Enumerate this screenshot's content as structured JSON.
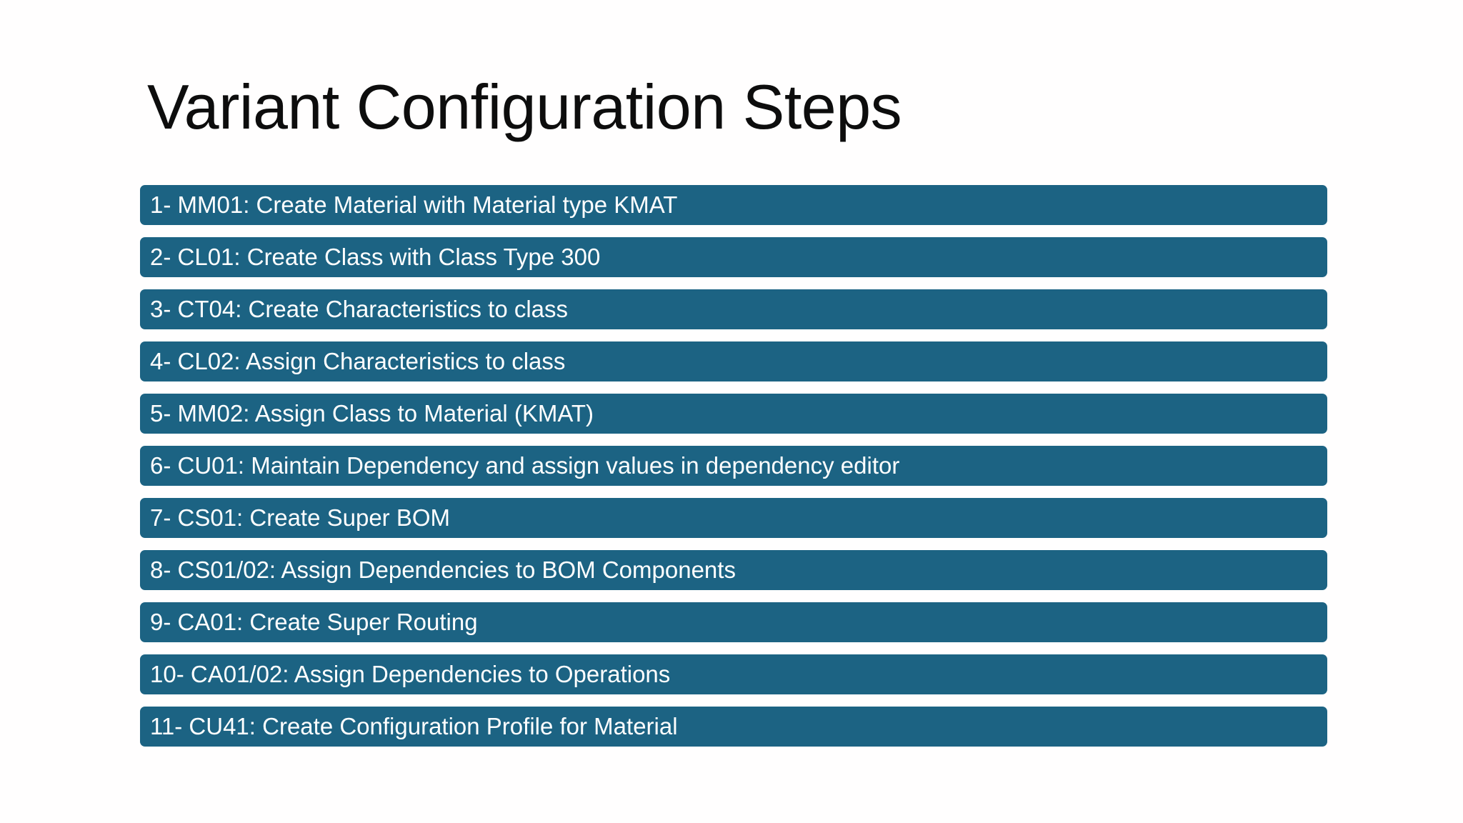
{
  "slide": {
    "title": "Variant Configuration Steps",
    "background_color": "#FFFEFE",
    "title_color": "#0D0D0D",
    "bar_color": "#1C6383",
    "bar_text_color": "#FFFFFF"
  },
  "steps": [
    {
      "label": "1- MM01: Create Material with Material type KMAT"
    },
    {
      "label": "2- CL01: Create Class with Class Type 300"
    },
    {
      "label": "3- CT04: Create Characteristics to class"
    },
    {
      "label": "4- CL02: Assign Characteristics to class"
    },
    {
      "label": "5- MM02: Assign Class to Material (KMAT)"
    },
    {
      "label": "6- CU01: Maintain Dependency and assign values in dependency editor"
    },
    {
      "label": "7- CS01: Create Super BOM"
    },
    {
      "label": "8- CS01/02: Assign Dependencies to BOM Components"
    },
    {
      "label": "9- CA01: Create Super Routing"
    },
    {
      "label": "10- CA01/02: Assign Dependencies to Operations"
    },
    {
      "label": "11- CU41: Create Configuration Profile for Material"
    }
  ]
}
